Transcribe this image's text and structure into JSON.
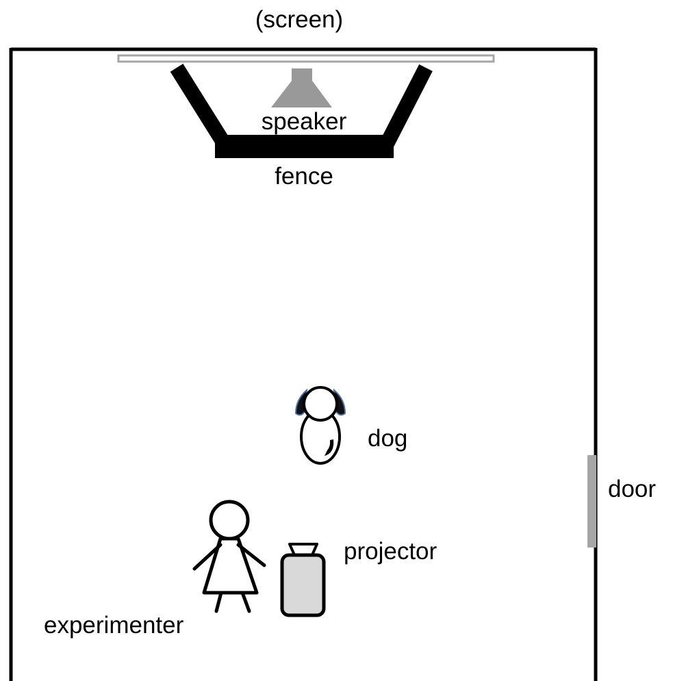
{
  "labels": {
    "screen": "(screen)",
    "speaker": "speaker",
    "fence": "fence",
    "dog": "dog",
    "door": "door",
    "projector": "projector",
    "experimenter": "experimenter"
  },
  "colors": {
    "wall": "#000000",
    "screen": "#a6a6a6",
    "speaker": "#999999",
    "door": "#a6a6a6",
    "projector_fill": "#d9d9d9",
    "dog_ear": "#4a6fa5"
  }
}
